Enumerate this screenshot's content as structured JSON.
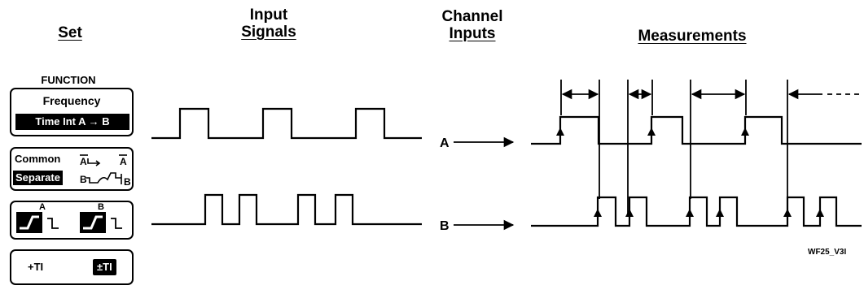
{
  "headers": {
    "set": "Set",
    "input_line1": "Input",
    "input_line2": "Signals",
    "channel_line1": "Channel",
    "channel_line2": "Inputs",
    "measurements": "Measurements"
  },
  "panel": {
    "function_title": "FUNCTION",
    "frequency": "Frequency",
    "time_interval": "Time Int A → B",
    "common": "Common",
    "separate": "Separate",
    "slope_a": "A",
    "slope_b": "B",
    "plus_ti": "+TI",
    "plus_minus_ti": "±TI"
  },
  "channels": {
    "a": "A",
    "b": "B"
  },
  "figure_id": "WF25_V3I"
}
